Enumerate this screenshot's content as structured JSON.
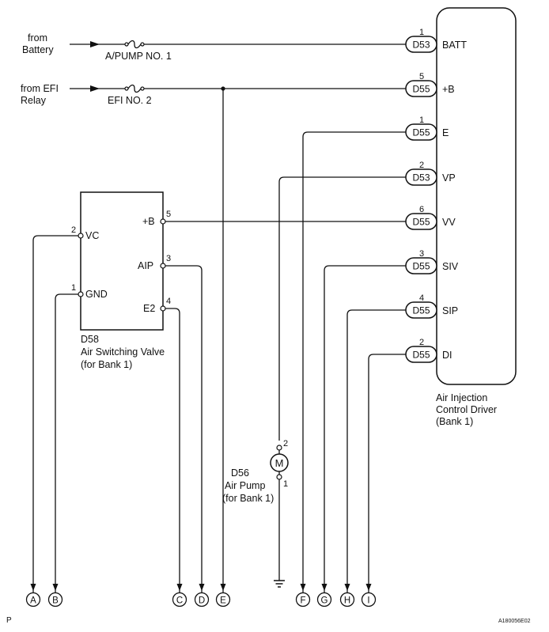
{
  "sources": {
    "battery_line1": "from",
    "battery_line2": "Battery",
    "efi_line1": "from EFI",
    "efi_line2": "Relay"
  },
  "fuses": {
    "apump": "A/PUMP NO. 1",
    "efi": "EFI NO. 2"
  },
  "driver": {
    "name_line1": "Air Injection",
    "name_line2": "Control Driver",
    "name_line3": "(Bank 1)",
    "pins": [
      {
        "num": "1",
        "connector": "D53",
        "label": "BATT"
      },
      {
        "num": "5",
        "connector": "D55",
        "label": "+B"
      },
      {
        "num": "1",
        "connector": "D55",
        "label": "E"
      },
      {
        "num": "2",
        "connector": "D53",
        "label": "VP"
      },
      {
        "num": "6",
        "connector": "D55",
        "label": "VV"
      },
      {
        "num": "3",
        "connector": "D55",
        "label": "SIV"
      },
      {
        "num": "4",
        "connector": "D55",
        "label": "SIP"
      },
      {
        "num": "2",
        "connector": "D55",
        "label": "DI"
      }
    ]
  },
  "valve": {
    "code": "D58",
    "name_line1": "Air Switching Valve",
    "name_line2": "(for Bank 1)",
    "pins": [
      {
        "num": "2",
        "label": "VC"
      },
      {
        "num": "1",
        "label": "GND"
      },
      {
        "num": "5",
        "label": "+B"
      },
      {
        "num": "3",
        "label": "AIP"
      },
      {
        "num": "4",
        "label": "E2"
      }
    ]
  },
  "pump": {
    "code": "D56",
    "name_line1": "Air Pump",
    "name_line2": "(for Bank 1)",
    "motor_symbol": "M",
    "pin_top": "2",
    "pin_bottom": "1"
  },
  "terminals": [
    "A",
    "B",
    "C",
    "D",
    "E",
    "F",
    "G",
    "H",
    "I"
  ],
  "corner_left": "P",
  "figure_code": "A180056E02"
}
